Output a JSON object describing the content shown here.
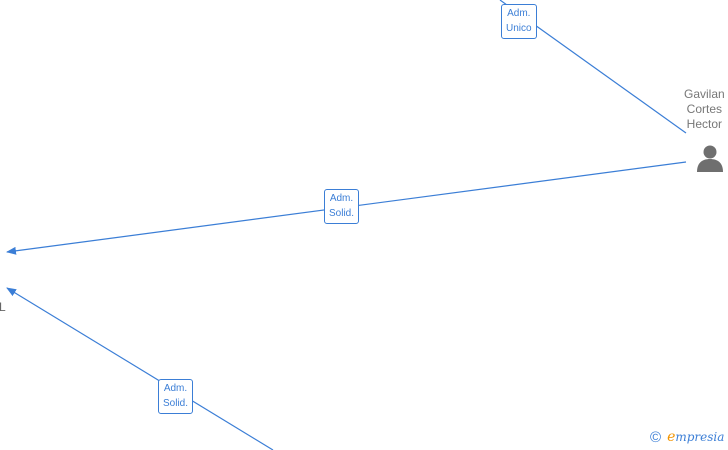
{
  "graph": {
    "edges": [
      {
        "id": "edge-unico",
        "label_line1": "Adm.",
        "label_line2": "Unico"
      },
      {
        "id": "edge-solid-1",
        "label_line1": "Adm.",
        "label_line2": "Solid."
      },
      {
        "id": "edge-solid-2",
        "label_line1": "Adm.",
        "label_line2": "Solid."
      }
    ],
    "nodes": {
      "person": {
        "line1": "Gavilan",
        "line2": "Cortes",
        "line3": "Hector",
        "icon": "person-icon"
      },
      "company_partial_label": "L"
    },
    "colors": {
      "edge": "#3b7ed6",
      "node_text": "#777777",
      "icon": "#6f6f6f"
    }
  },
  "footer": {
    "copyright_symbol": "©",
    "brand_initial": "e",
    "brand_rest": "mpresia"
  }
}
